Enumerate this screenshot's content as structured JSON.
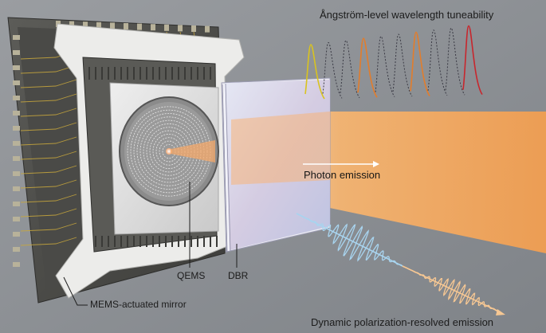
{
  "labels": {
    "wavelength_title": "Ångström-level wavelength tuneability",
    "photon_emission": "Photon emission",
    "qems": "QEMS",
    "dbr": "DBR",
    "mems_mirror": "MEMS-actuated mirror",
    "dynamic_polarization": "Dynamic polarization-resolved emission"
  },
  "colors": {
    "background": "#8e9196",
    "beam": "#f7a960",
    "polarization_pulse": "#a8d4ef",
    "resolved_pulse": "#f6c793",
    "spectrum_yellow": "#d9c31f",
    "spectrum_orange": "#e27d2c",
    "spectrum_red": "#c8262d"
  }
}
